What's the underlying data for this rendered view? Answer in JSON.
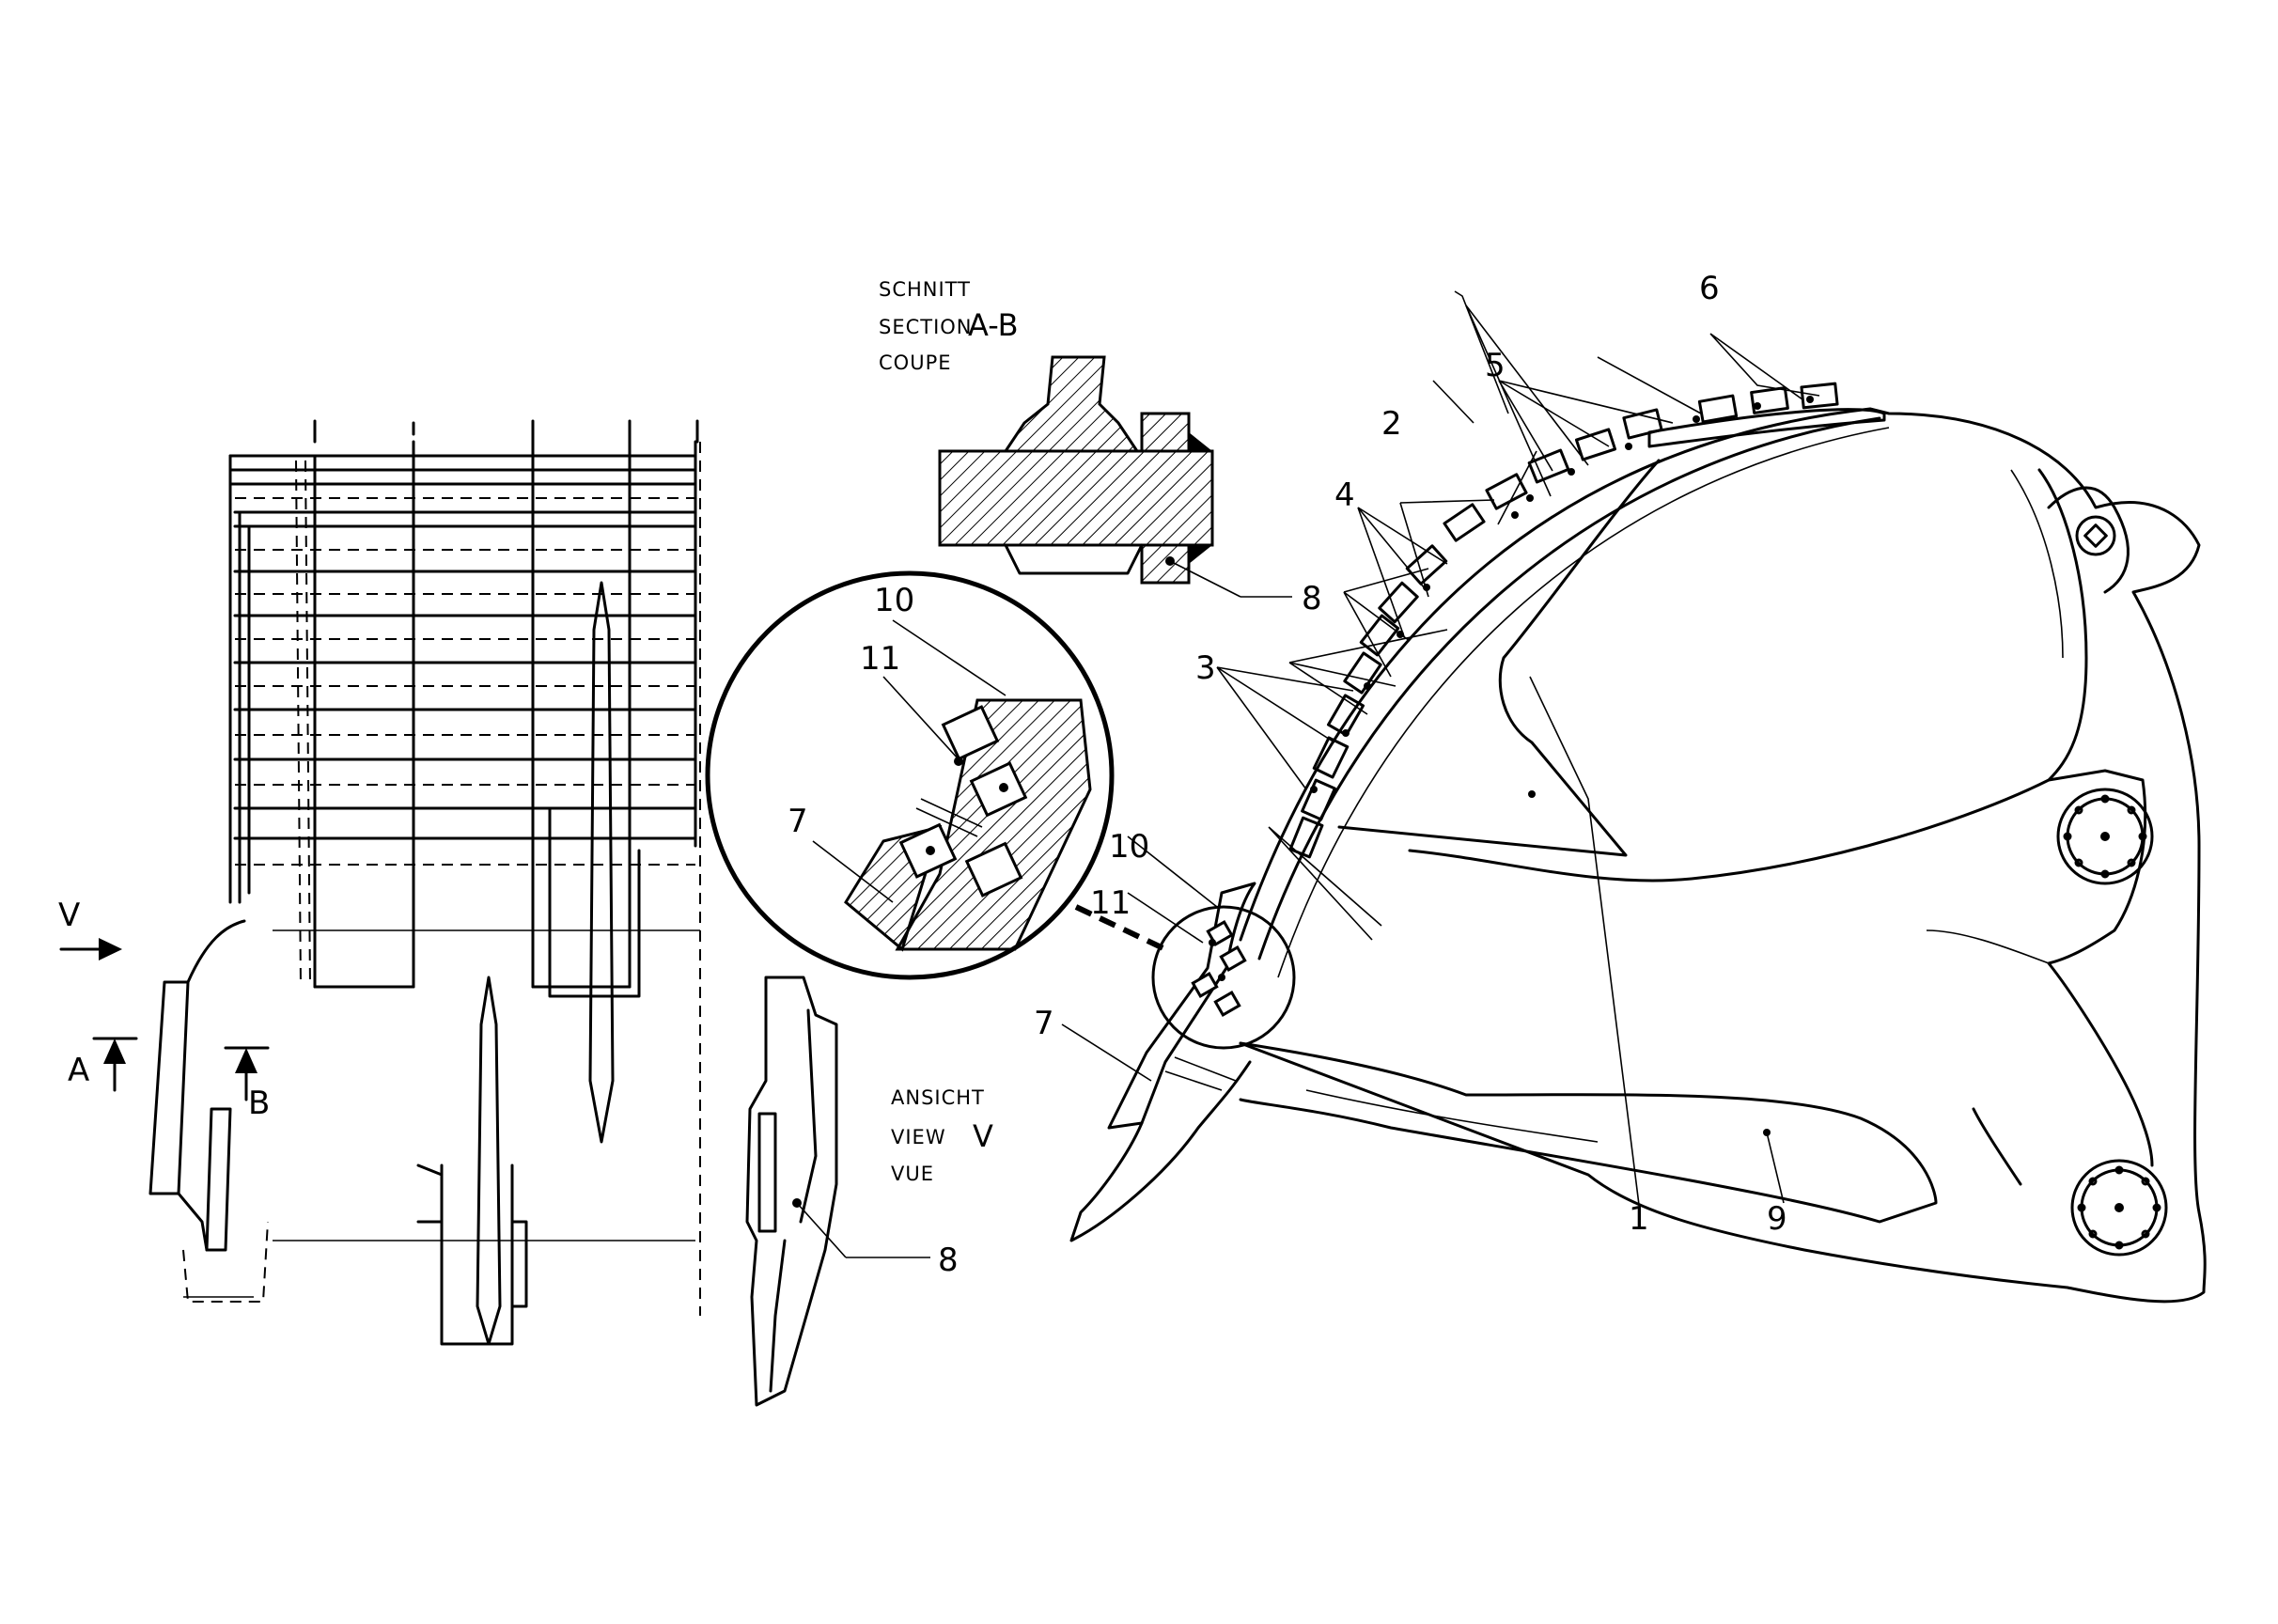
{
  "section_label": {
    "line1": "SCHNITT",
    "line2": "SECTION",
    "line2_big": "A-B",
    "line3": "COUPE"
  },
  "view_label": {
    "line1": "ANSICHT",
    "line2": "VIEW",
    "line2_big": "V",
    "line3": "VUE"
  },
  "markers": {
    "view": "V",
    "section_a": "A",
    "section_b": "B"
  },
  "callouts": {
    "c1": "1",
    "c2": "2",
    "c3": "3",
    "c4": "4",
    "c5": "5",
    "c6": "6",
    "c7_main": "7",
    "c7_detail": "7",
    "c8_section": "8",
    "c8_view": "8",
    "c9": "9",
    "c10_main": "10",
    "c10_detail": "10",
    "c11_main": "11",
    "c11_detail": "11"
  }
}
